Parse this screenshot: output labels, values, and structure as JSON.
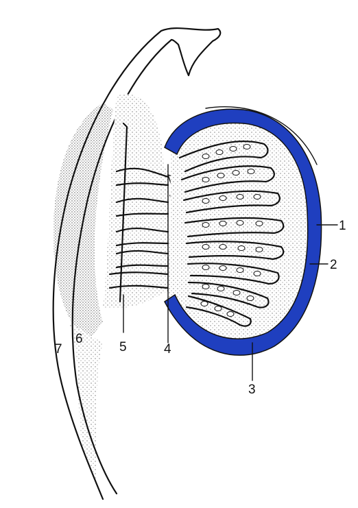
{
  "colors": {
    "capsule": "#1f3fbf",
    "ink": "#111111",
    "stipple": "#bdbdbd",
    "background": "#ffffff"
  },
  "labels": [
    {
      "id": "label-1",
      "text": "1"
    },
    {
      "id": "label-2",
      "text": "2"
    },
    {
      "id": "label-3",
      "text": "3"
    },
    {
      "id": "label-4",
      "text": "4"
    },
    {
      "id": "label-5",
      "text": "5"
    },
    {
      "id": "label-6",
      "text": "6"
    },
    {
      "id": "label-7",
      "text": "7"
    }
  ]
}
